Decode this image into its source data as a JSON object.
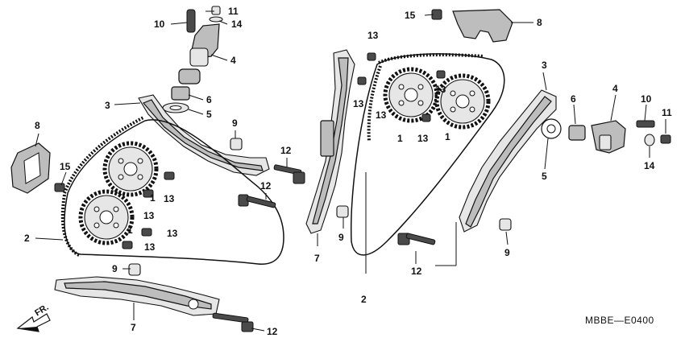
{
  "diagram": {
    "diagram_code": "MBBE—E0400",
    "direction_label": "FR.",
    "callouts": {
      "c10_tl": "10",
      "c11_tl": "11",
      "c14_tl": "14",
      "c4_tl": "4",
      "c6_tl": "6",
      "c5_tl": "5",
      "c3_l": "3",
      "c9_l": "9",
      "c8_l": "8",
      "c15_l": "15",
      "c13_a": "13",
      "c1_a": "1",
      "c13_b": "13",
      "c1_b": "1",
      "c13_c": "13",
      "c13_d": "13",
      "c2_l": "2",
      "c9_bl": "9",
      "c7_bl": "7",
      "c12_bl": "12",
      "c12_m1": "12",
      "c12_m2": "12",
      "c9_m": "9",
      "c7_m": "7",
      "c15_t": "15",
      "c8_t": "8",
      "c13_m1": "13",
      "c13_m2": "13",
      "c13_m3": "13",
      "c13_m4": "13",
      "c13_m5": "13",
      "c1_m1": "1",
      "c1_m2": "1",
      "c2_m": "2",
      "c12_m3": "12",
      "c3_r": "3",
      "c5_r": "5",
      "c9_r": "9",
      "c6_r": "6",
      "c4_r": "4",
      "c10_r": "10",
      "c11_r": "11",
      "c14_r": "14"
    }
  }
}
